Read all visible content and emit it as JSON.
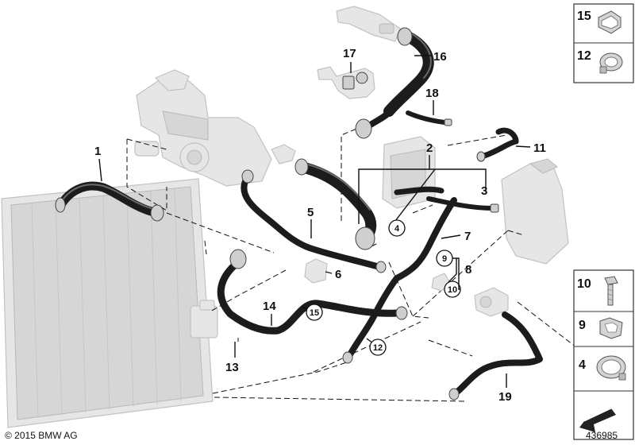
{
  "copyright": "© 2015 BMW AG",
  "diagram_number": "436985",
  "callouts": {
    "c1": "1",
    "c2": "2",
    "c3": "3",
    "c5": "5",
    "c6": "6",
    "c7": "7",
    "c8": "8",
    "c11": "11",
    "c13": "13",
    "c14": "14",
    "c16": "16",
    "c17": "17",
    "c18": "18",
    "c19": "19"
  },
  "circled_refs": {
    "r4": "4",
    "r9": "9",
    "r10": "10",
    "r12": "12",
    "r15": "15"
  },
  "side_panel": {
    "p15": "15",
    "p12": "12",
    "p10": "10",
    "p9": "9",
    "p4": "4"
  },
  "icons": {
    "pictogram": "arrow-left-down-icon"
  }
}
